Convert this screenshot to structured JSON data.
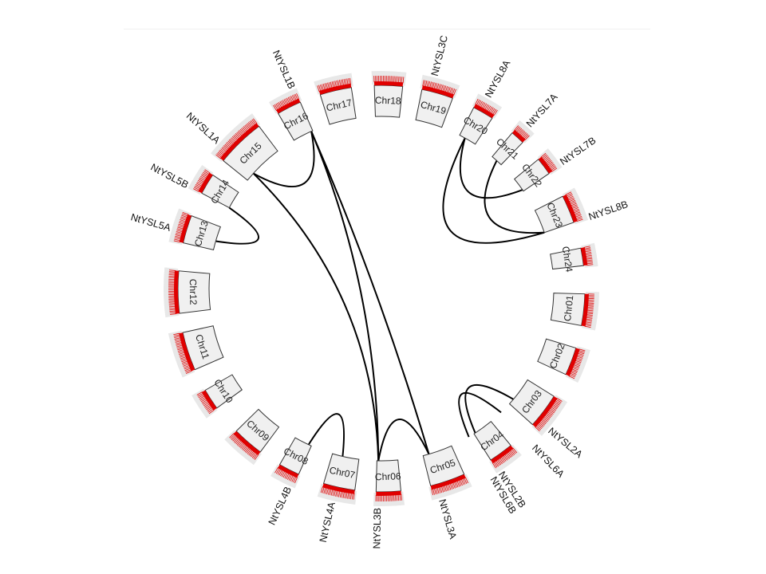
{
  "title": "Circos plot of NtYSL segmental duplications",
  "colors": {
    "band": "#e00000",
    "box": "#f0f0f0",
    "link": "#000000",
    "halo": "#e8e8e8"
  },
  "chromosomes": [
    "Chr01",
    "Chr02",
    "Chr03",
    "Chr04",
    "Chr05",
    "Chr06",
    "Chr07",
    "Chr08",
    "Chr09",
    "Chr10",
    "Chr11",
    "Chr12",
    "Chr13",
    "Chr14",
    "Chr15",
    "Chr16",
    "Chr17",
    "Chr18",
    "Chr19",
    "Chr20",
    "Chr21",
    "Chr22",
    "Chr23",
    "Chr24"
  ],
  "genes": [
    {
      "name": "NtYSL1B",
      "chr": "Chr16"
    },
    {
      "name": "NtYSL1A",
      "chr": "Chr15"
    },
    {
      "name": "NtYSL5B",
      "chr": "Chr14"
    },
    {
      "name": "NtYSL5A",
      "chr": "Chr13"
    },
    {
      "name": "NtYSL3C",
      "chr": "Chr19"
    },
    {
      "name": "NtYSL8A",
      "chr": "Chr20"
    },
    {
      "name": "NtYSL7A",
      "chr": "Chr21"
    },
    {
      "name": "NtYSL7B",
      "chr": "Chr22"
    },
    {
      "name": "NtYSL8B",
      "chr": "Chr23"
    },
    {
      "name": "NtYSL2A",
      "chr": "Chr03"
    },
    {
      "name": "NtYSL6A",
      "chr": "Chr03"
    },
    {
      "name": "NtYSL2B",
      "chr": "Chr04"
    },
    {
      "name": "NtYSL6B",
      "chr": "Chr04"
    },
    {
      "name": "NtYSL3A",
      "chr": "Chr05"
    },
    {
      "name": "NtYSL3B",
      "chr": "Chr06"
    },
    {
      "name": "NtYSL4A",
      "chr": "Chr07"
    },
    {
      "name": "NtYSL4B",
      "chr": "Chr08"
    }
  ],
  "links": [
    [
      "NtYSL1A",
      "NtYSL1B"
    ],
    [
      "NtYSL5A",
      "NtYSL5B"
    ],
    [
      "NtYSL1A",
      "NtYSL3B"
    ],
    [
      "NtYSL1B",
      "NtYSL3A"
    ],
    [
      "NtYSL1B",
      "NtYSL3B"
    ],
    [
      "NtYSL3A",
      "NtYSL3B"
    ],
    [
      "NtYSL4A",
      "NtYSL4B"
    ],
    [
      "NtYSL8A",
      "NtYSL8B"
    ],
    [
      "NtYSL7A",
      "NtYSL8B"
    ],
    [
      "NtYSL7B",
      "NtYSL8A"
    ],
    [
      "NtYSL2A",
      "NtYSL2B"
    ],
    [
      "NtYSL6A",
      "NtYSL6B"
    ]
  ]
}
